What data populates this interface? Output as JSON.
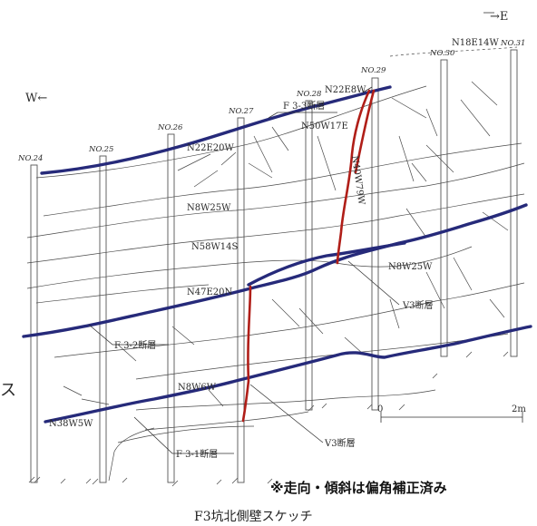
{
  "directions": {
    "east": "→E",
    "west": "W←"
  },
  "points": [
    "NO.24",
    "NO.25",
    "NO.26",
    "NO.27",
    "NO.28",
    "NO.29",
    "NO.30",
    "NO.31"
  ],
  "faults": {
    "f33": "F 3-3断層",
    "f32": "F 3-2断層",
    "f31": "F 3-1断層",
    "v3_upper": "V3断層",
    "v3_lower": "V3断層"
  },
  "orientations": {
    "n18e14w": "N18E14W",
    "n22e8w": "N22E8W",
    "n50w17e": "N50W17E",
    "n22e20w": "N22E20W",
    "n8w25w_upper": "N8W25W",
    "n40w79w": "N40W79W",
    "n58w14s": "N58W14S",
    "n8w25w_right": "N8W25W",
    "n47e20n": "N47E20N",
    "n8w6w": "N8W6W",
    "n38w5w": "N38W5W"
  },
  "scale": {
    "zero": "0",
    "end": "2m"
  },
  "side_char": "ス",
  "note": "※走向・傾斜は偏角補正済み",
  "caption": "F3坑北側壁スケッチ",
  "colors": {
    "fault": "#262a7a",
    "vein": "#b01e18"
  }
}
